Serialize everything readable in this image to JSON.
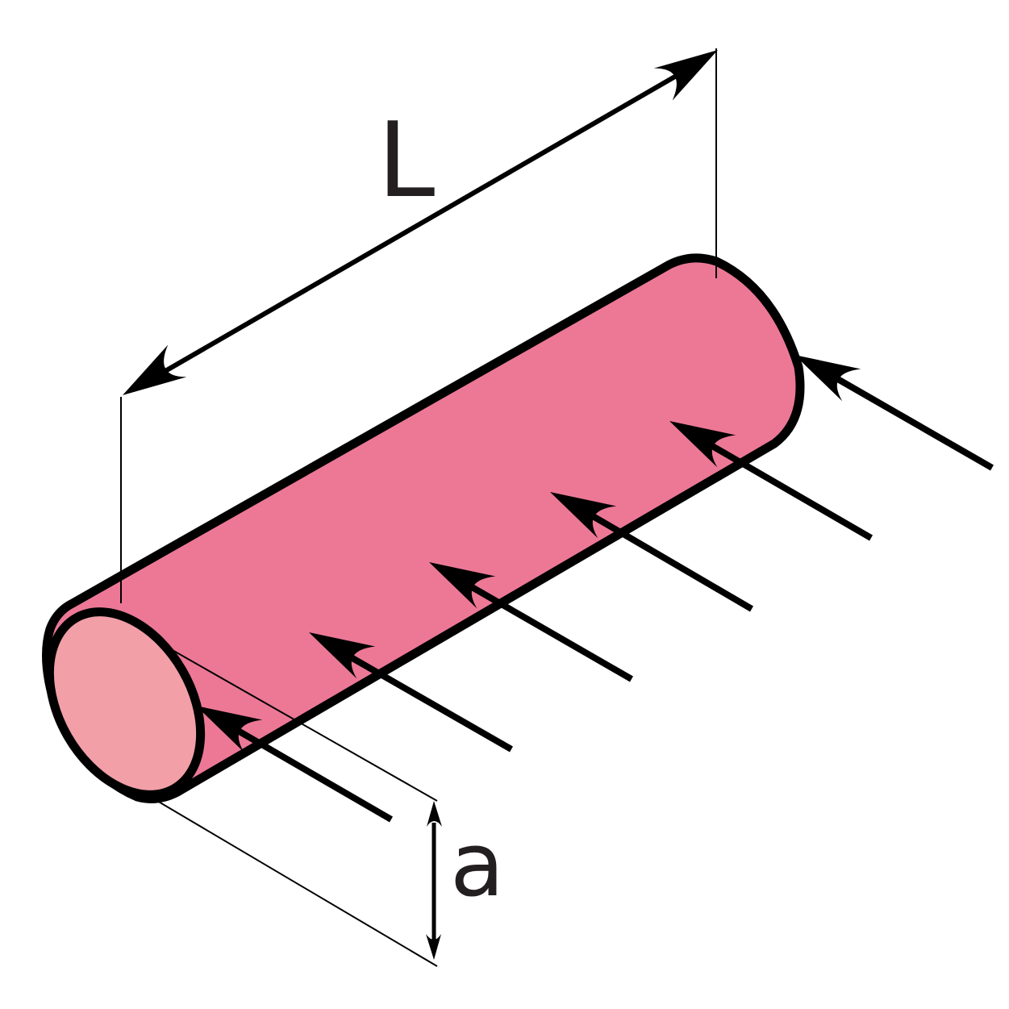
{
  "labels": {
    "length": "L",
    "radius": "a"
  },
  "colors": {
    "cylinder_body": "#ec7896",
    "cylinder_end": "#f29fa8",
    "stroke": "#000000",
    "text": "#231f20",
    "background": "#ffffff"
  },
  "icons": {
    "current_arrow": "arrowhead-up-left",
    "dimension_arrow": "double-headed-arrow"
  }
}
